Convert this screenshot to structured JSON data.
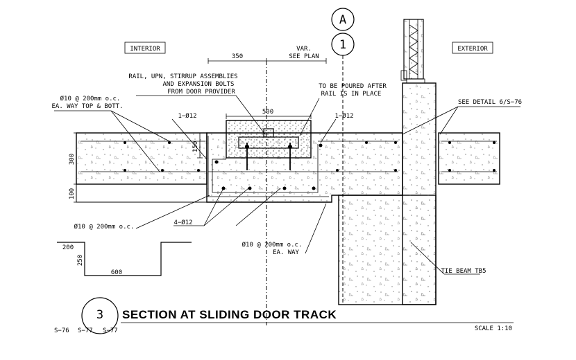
{
  "grid": {
    "letter": "A",
    "number": "1"
  },
  "labels": {
    "interior": "INTERIOR",
    "exterior": "EXTERIOR",
    "dim_350": "350",
    "var_line1": "VAR.",
    "var_line2": "SEE PLAN",
    "rail_line1": "RAIL, UPN, STIRRUP ASSEMBLIES",
    "rail_line2": "AND EXPANSION BOLTS",
    "rail_line3": "FROM DOOR PROVIDER",
    "poured_line1": "TO BE POURED AFTER",
    "poured_line2": "RAIL IS IN PLACE",
    "bar_top_line1": "Ø10 @ 200mm o.c.",
    "bar_top_line2": "EA. WAY TOP & BOTT.",
    "dim_500": "500",
    "bar_1_left": "1−Ø12",
    "bar_1_right": "1−Ø12",
    "see_detail": "SEE DETAIL 6/S−76",
    "dim_300": "300",
    "dim_150": "150",
    "dim_100": "100",
    "bar_bottom_left": "Ø10 @ 200mm o.c.",
    "bars_4": "4−Ø12",
    "bar_ea_line1": "Ø10 @ 200mm o.c.",
    "bar_ea_line2": "EA. WAY",
    "tie_beam": "TIE BEAM TB5",
    "key_200": "200",
    "key_250": "250",
    "key_600": "600"
  },
  "title_block": {
    "number": "3",
    "title": "SECTION AT SLIDING DOOR TRACK",
    "ref_left": "S−76",
    "ref_mid": "S−77",
    "ref_right": "S−77",
    "scale": "SCALE 1:10"
  }
}
